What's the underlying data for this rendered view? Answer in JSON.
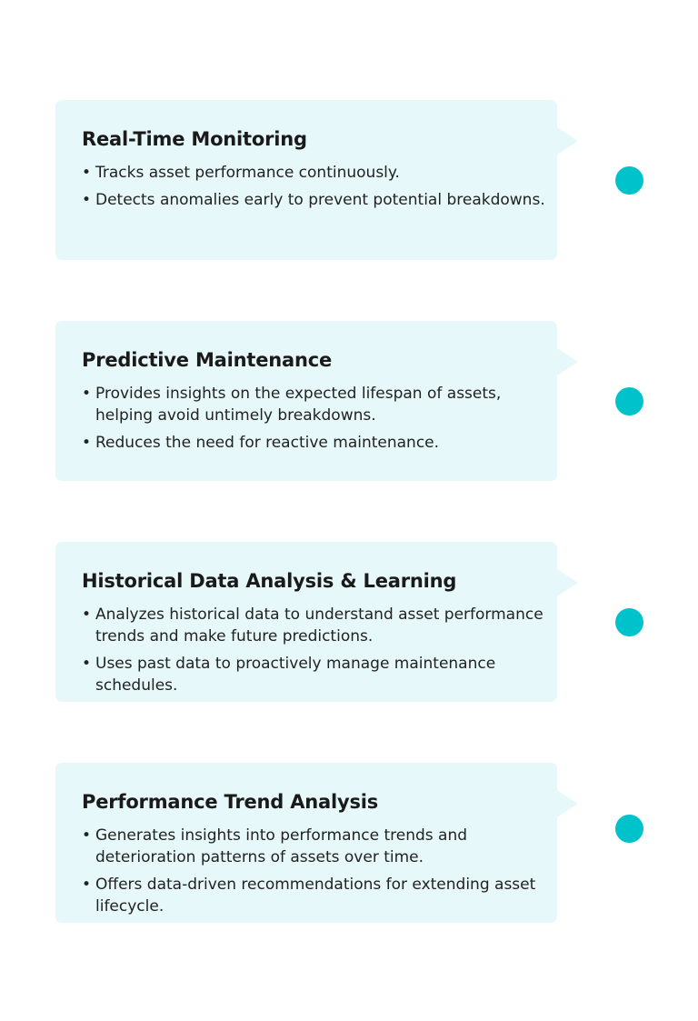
{
  "colors": {
    "card_background": "#e6f8f9",
    "dot_accent": "#00c2cb",
    "title_text": "#1a1a1a",
    "body_text": "#222222"
  },
  "cards": [
    {
      "title": "Real-Time Monitoring",
      "bullets": [
        "Tracks asset performance continuously.",
        "Detects anomalies early to prevent potential breakdowns."
      ]
    },
    {
      "title": "Predictive Maintenance",
      "bullets": [
        "Provides insights on the expected lifespan of assets, helping avoid untimely breakdowns.",
        "Reduces the need for reactive maintenance."
      ]
    },
    {
      "title": "Historical Data Analysis & Learning",
      "bullets": [
        "Analyzes historical data to understand asset performance trends and make future predictions.",
        "Uses past data to proactively manage maintenance schedules."
      ]
    },
    {
      "title": "Performance Trend Analysis",
      "bullets": [
        "Generates insights into performance trends and deterioration patterns of assets over time.",
        "Offers data-driven recommendations for extending asset lifecycle."
      ]
    }
  ]
}
